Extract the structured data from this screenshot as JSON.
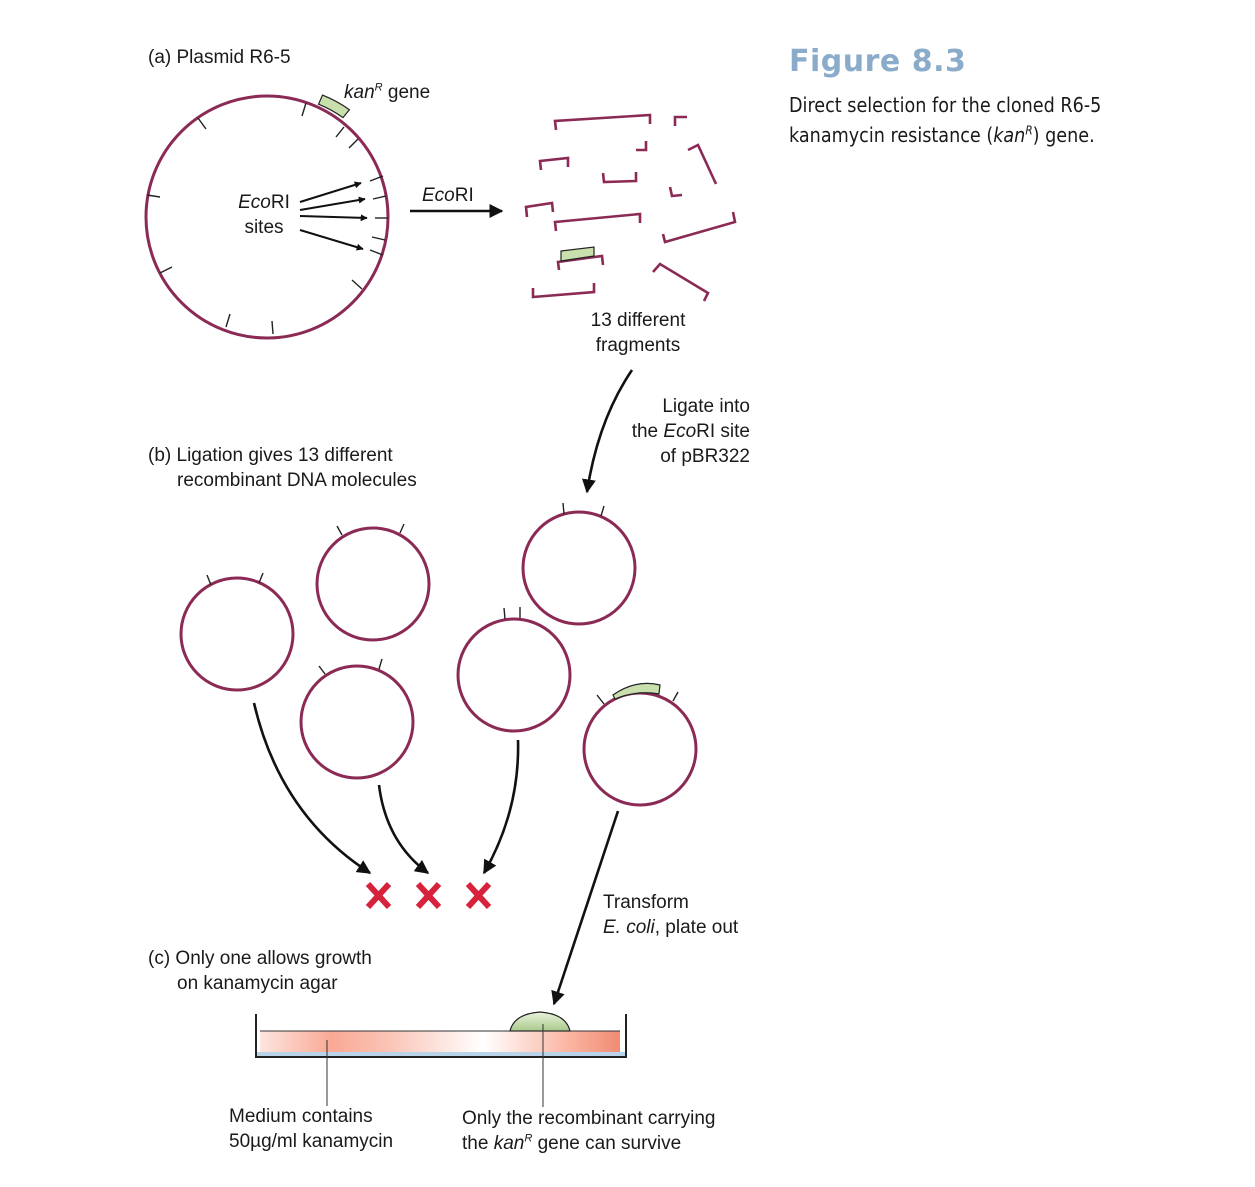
{
  "figure": {
    "title": "Figure 8.3",
    "caption_pre": "Direct selection for the cloned R6-5 kanamycin resistance (",
    "caption_gene": "kan",
    "caption_sup": "R",
    "caption_post": ") gene."
  },
  "panel_a": {
    "title": "(a) Plasmid R6-5",
    "gene_name": "kan",
    "gene_sup": "R",
    "gene_word": " gene",
    "sites_enzyme_italic": "Eco",
    "sites_enzyme_rest": "RI",
    "sites_word": "sites",
    "arrow_enzyme_italic": "Eco",
    "arrow_enzyme_rest": "RI",
    "fragments_line1": "13 different",
    "fragments_line2": "fragments"
  },
  "ligate": {
    "line1": "Ligate into",
    "line2_pre": "the ",
    "line2_italic": "Eco",
    "line2_post": "RI site",
    "line3": "of pBR322"
  },
  "panel_b": {
    "line1": "(b) Ligation gives 13 different",
    "line2": "recombinant DNA molecules"
  },
  "transform": {
    "line1": "Transform",
    "line2_italic": "E. coli",
    "line2_post": ", plate out"
  },
  "panel_c": {
    "line1": "(c) Only one allows growth",
    "line2": "on kanamycin agar",
    "medium_line1": "Medium contains",
    "medium_line2": "50µg/ml kanamycin",
    "survive_line1": "Only the recombinant carrying",
    "survive_line2_pre": "the ",
    "survive_line2_gene": "kan",
    "survive_line2_sup": "R",
    "survive_line2_post": " gene can survive"
  },
  "colors": {
    "dna": "#8b2a55",
    "gene_fill": "#c9dfae",
    "cross": "#d6223c",
    "figure_title": "#8aabc9",
    "agar_edge": "#f08c73",
    "dish_base": "#b9d3e8"
  }
}
